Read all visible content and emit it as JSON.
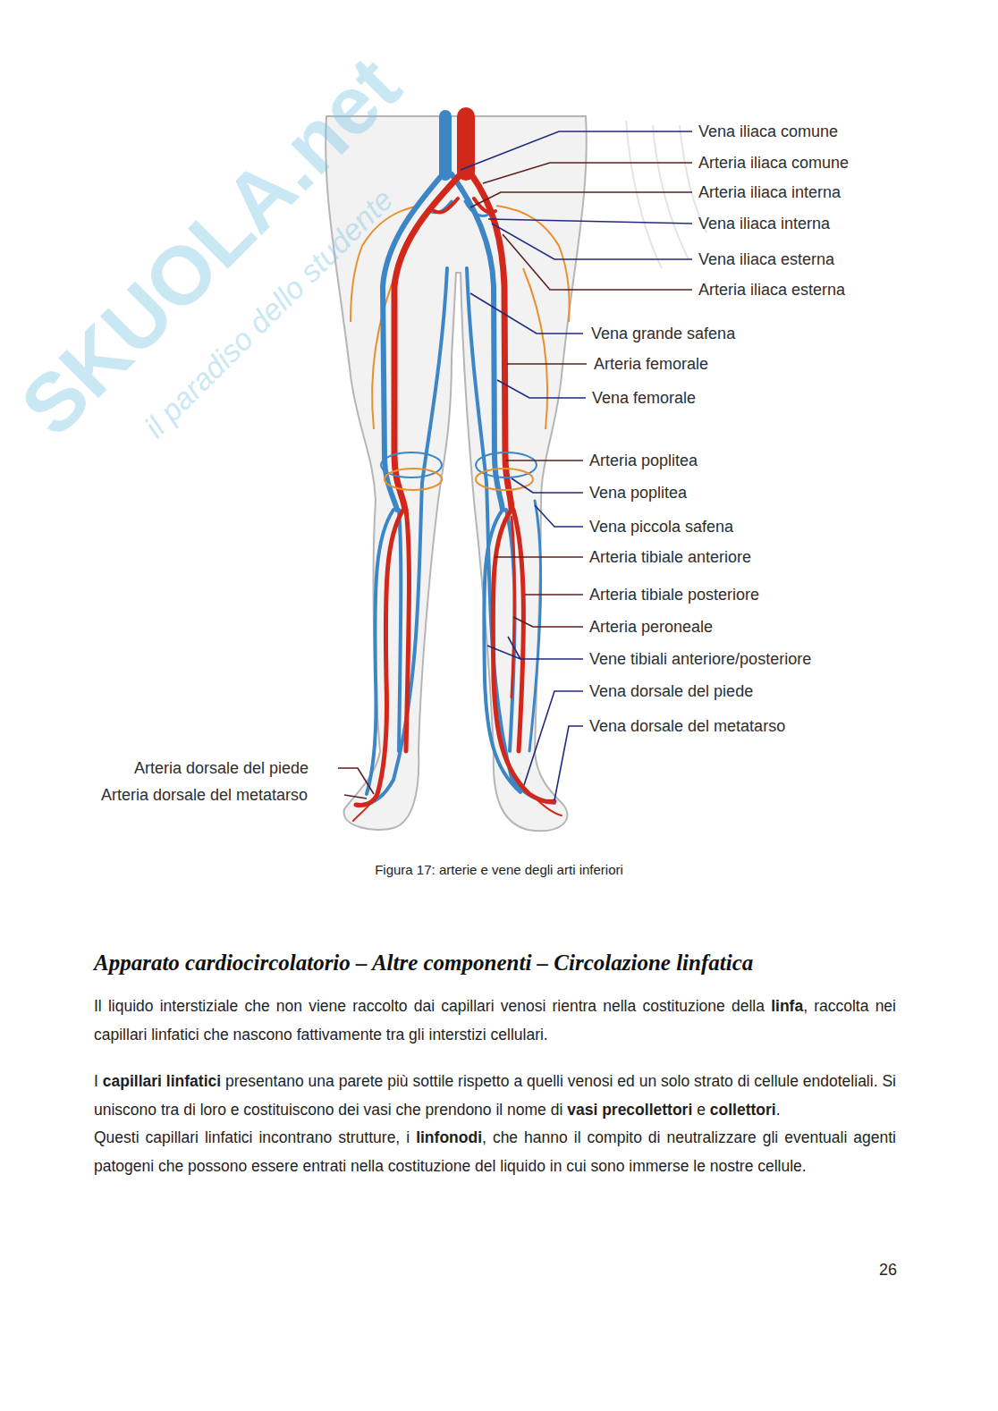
{
  "diagram": {
    "title": "Apparato cardiocircolatorio – Altre componenti – Circolazione linfatica",
    "caption": "Figura 17: arterie e vene degli arti inferiori",
    "labels": [
      "Vena iliaca comune",
      "Arteria iliaca comune",
      "Arteria iliaca interna",
      "Vena iliaca interna",
      "Vena iliaca esterna",
      "Arteria iliaca esterna",
      "Vena grande safena",
      "Arteria femorale",
      "Vena femorale",
      "Arteria poplitea",
      "Vena poplitea",
      "Vena piccola safena",
      "Arteria tibiale anteriore",
      "Arteria tibiale posteriore",
      "Arteria peroneale",
      "Vene tibiali anteriore/posteriore",
      "Vena dorsale del piede",
      "Vena dorsale del metatarso",
      "Arteria dorsale del piede",
      "Arteria dorsale del metatarso",
      "Il liquido interstiziale che non viene raccolto dai capillari venosi rientra nella costituzione della",
      "linfa",
      ", raccolta nei capillari linfatici che nascono fattivamente tra gli interstizi cellulari.",
      "I",
      "capillari linfatici",
      "presentano una parete più sottile rispetto a quelli venosi ed un solo strato di cellule endoteliali. Si uniscono tra di loro e costituiscono dei vasi che prendono il nome di",
      "vasi precollettori",
      "e",
      "collettori",
      ".",
      "Questi capillari linfatici incontrano strutture, i",
      "linfonodi",
      ", che hanno il compito di neutralizzare gli eventuali agenti patogeni che possono essere entrati nella costituzione del liquido in cui sono immerse le nostre cellule.",
      "26",
      "SKUOLA.net",
      "il paradiso dello studente"
    ]
  }
}
